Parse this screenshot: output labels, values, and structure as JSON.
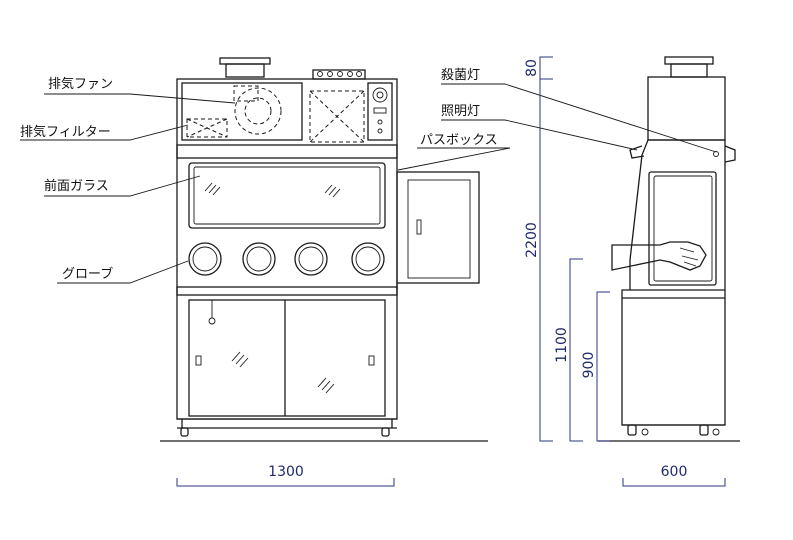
{
  "labels": {
    "exhaust_fan": "排気ファン",
    "exhaust_filter": "排気フィルター",
    "front_glass": "前面ガラス",
    "glove": "グローブ",
    "pass_box": "パスボックス",
    "sterilizing_lamp": "殺菌灯",
    "lighting_lamp": "照明灯"
  },
  "dimensions": {
    "front_width": "1300",
    "side_depth": "600",
    "total_height": "2200",
    "top_unit": "80",
    "arm_port_height": "1100",
    "work_surface_height": "900"
  },
  "colors": {
    "line": "#1a1a1a",
    "dimension": "#2a3580"
  }
}
